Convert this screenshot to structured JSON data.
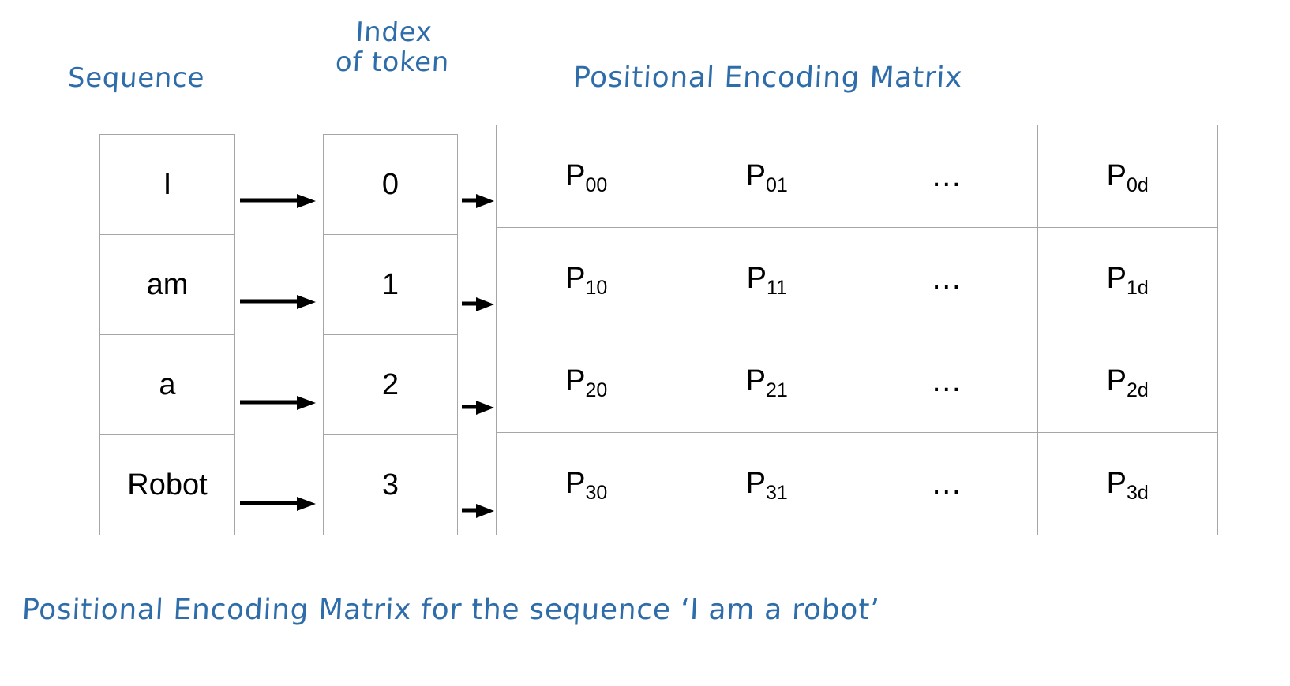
{
  "labels": {
    "sequence": "Sequence",
    "index_line1": "Index",
    "index_line2": "of token",
    "matrix_title": "Positional Encoding Matrix",
    "caption": "Positional Encoding Matrix for the sequence ‘I am a robot’"
  },
  "colors": {
    "handwriting_blue": "#2E6DA9",
    "cell_border": "#a6a6a6",
    "text_black": "#000000",
    "background": "#ffffff"
  },
  "sequence_tokens": [
    "I",
    "am",
    "a",
    "Robot"
  ],
  "token_indices": [
    "0",
    "1",
    "2",
    "3"
  ],
  "matrix": {
    "rows": [
      [
        {
          "base": "P",
          "sub": "00"
        },
        {
          "base": "P",
          "sub": "01"
        },
        {
          "base": "…",
          "sub": ""
        },
        {
          "base": "P",
          "sub": "0d"
        }
      ],
      [
        {
          "base": "P",
          "sub": "10"
        },
        {
          "base": "P",
          "sub": "11"
        },
        {
          "base": "…",
          "sub": ""
        },
        {
          "base": "P",
          "sub": "1d"
        }
      ],
      [
        {
          "base": "P",
          "sub": "20"
        },
        {
          "base": "P",
          "sub": "21"
        },
        {
          "base": "…",
          "sub": ""
        },
        {
          "base": "P",
          "sub": "2d"
        }
      ],
      [
        {
          "base": "P",
          "sub": "30"
        },
        {
          "base": "P",
          "sub": "31"
        },
        {
          "base": "…",
          "sub": ""
        },
        {
          "base": "P",
          "sub": "3d"
        }
      ]
    ]
  },
  "arrows": {
    "stage1_name": "arrow-token-to-index",
    "stage2_name": "arrow-index-to-matrix",
    "count_per_stage": 4
  }
}
